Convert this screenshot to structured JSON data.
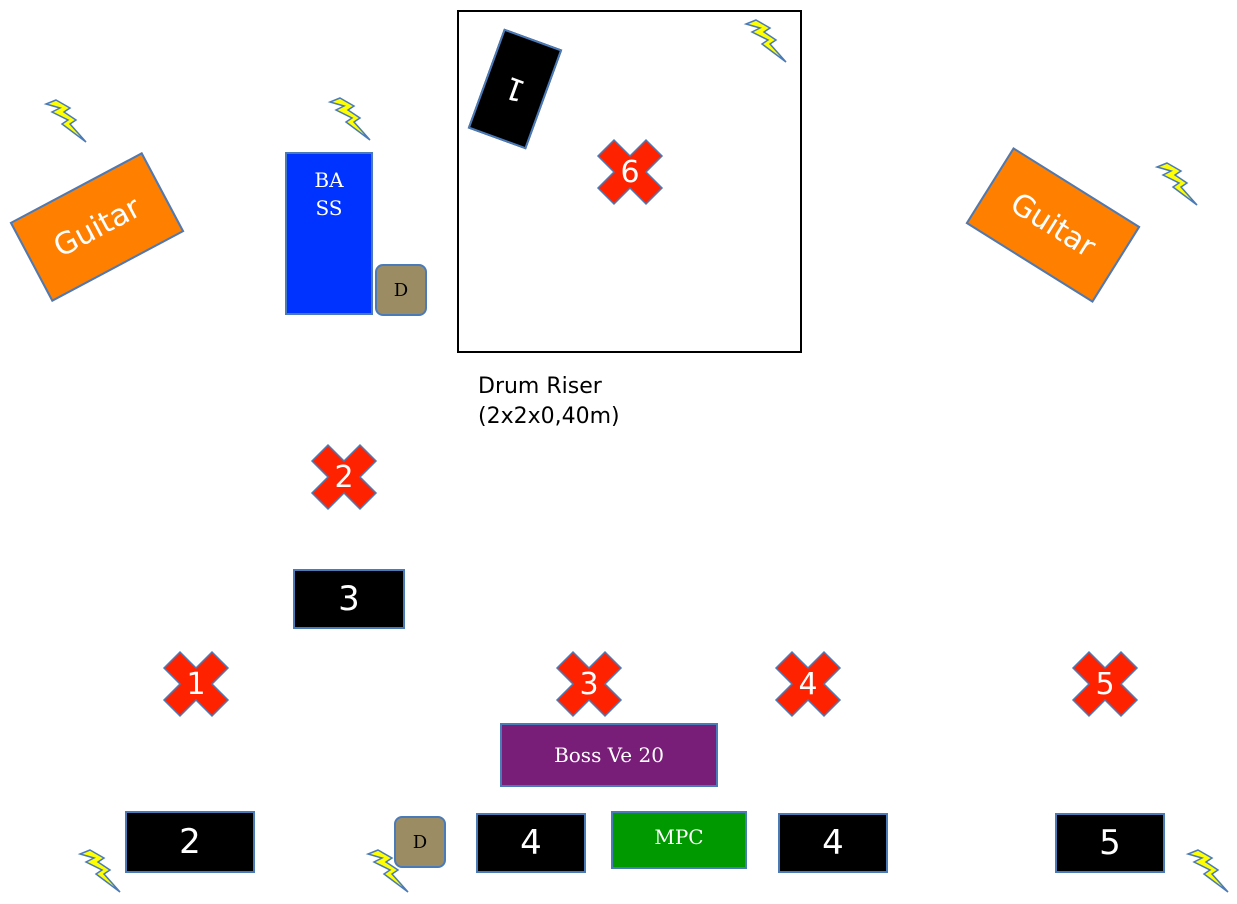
{
  "drum_riser": {
    "label_line1": "Drum Riser",
    "label_line2": "(2x2x0,40m)",
    "monitor_label": "1"
  },
  "bass": {
    "label_line1": "BA",
    "label_line2": "SS"
  },
  "di_label": "D",
  "guitar_label": "Guitar",
  "monitors": {
    "m2": "2",
    "m3": "3",
    "m4a": "4",
    "m4b": "4",
    "m5": "5"
  },
  "positions": {
    "p1": "1",
    "p2": "2",
    "p3": "3",
    "p4": "4",
    "p5": "5",
    "p6": "6"
  },
  "boss": "Boss Ve 20",
  "mpc": "MPC",
  "colors": {
    "guitar_amp": "#ff7f00",
    "bass_amp": "#0033ff",
    "position_mark": "#ff2200",
    "power_bolt": "#ffff00",
    "boss": "#781e78",
    "mpc": "#009900",
    "di_box": "#9c8c64"
  },
  "icons": {
    "power": "lightning-bolt-icon",
    "position": "x-mark-icon"
  }
}
